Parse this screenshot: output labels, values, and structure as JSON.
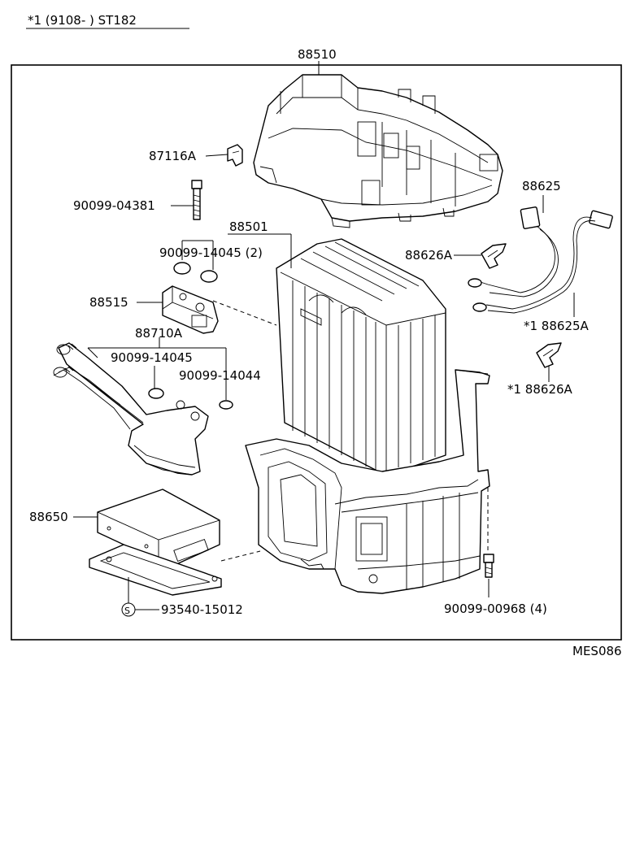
{
  "header": {
    "note": "*1  (9108-        ) ST182"
  },
  "labels": {
    "main_part": "88510",
    "clip": "87116A",
    "bolt_long": "90099-04381",
    "evaporator": "88501",
    "o_rings_2": "90099-14045 (2)",
    "wire_harness": "88625",
    "clamp_a": "88626A",
    "expansion_valve": "88515",
    "tube_assy": "88710A",
    "o_ring_a": "90099-14045",
    "o_ring_b": "90099-14044",
    "harness_a": "*1  88625A",
    "clamp_b": "*1  88626A",
    "amplifier": "88650",
    "screw": "93540-15012",
    "screw_symbol": "S",
    "bolt_small": "90099-00968 (4)",
    "figure_code": "MES086"
  }
}
